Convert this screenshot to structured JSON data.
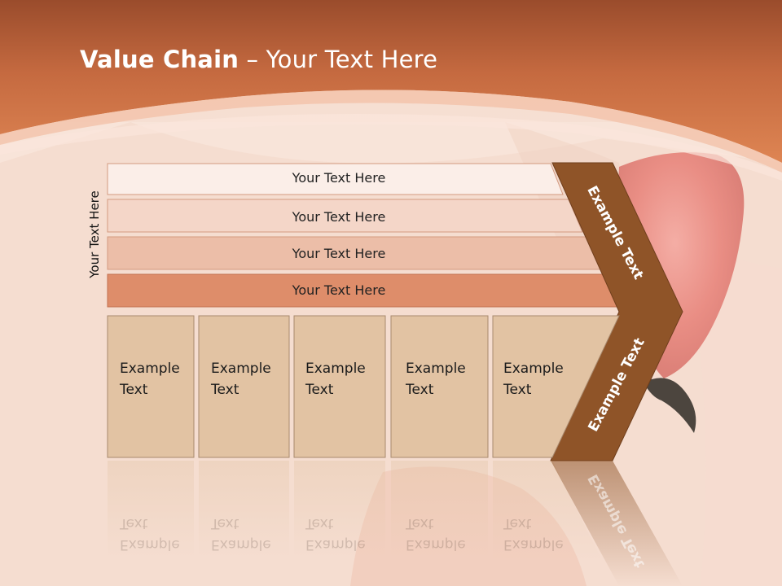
{
  "title": {
    "bold": "Value Chain",
    "rest": " – Your Text Here"
  },
  "vertical_label": "Your Text Here",
  "rows": [
    "Your Text Here",
    "Your Text Here",
    "Your Text Here",
    "Your Text Here"
  ],
  "boxes": [
    {
      "line1": "Example",
      "line2": "Text"
    },
    {
      "line1": "Example",
      "line2": "Text"
    },
    {
      "line1": "Example",
      "line2": "Text"
    },
    {
      "line1": "Example",
      "line2": "Text"
    },
    {
      "line1": "Example",
      "line2": "Text"
    }
  ],
  "chevron": {
    "upper": "Example Text",
    "lower": "Example Text"
  },
  "colors": {
    "header": "#d4764a",
    "chevron": "#8f5428",
    "row1": "#fbeee8",
    "row2": "#f4d6c8",
    "row3": "#ecbea8",
    "row4": "#de8d6a",
    "box": "#e2c3a3"
  }
}
